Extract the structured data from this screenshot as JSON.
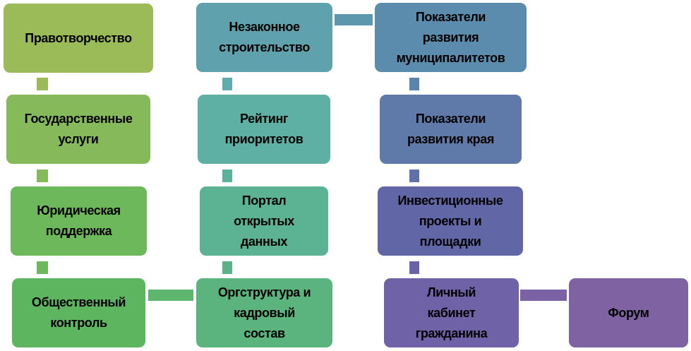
{
  "nodes": {
    "pravotvorchestvo": "Правотворчество",
    "gos_uslugi": "Государственные\nуслуги",
    "yur_podderzhka": "Юридическая\nподдержка",
    "obsch_kontrol": "Общественный\nконтроль",
    "nezakonnoe": "Незаконное\nстроительство",
    "reiting": "Рейтинг\nприоритетов",
    "portal": "Портал\nоткрытых\nданных",
    "orgstruktura": "Оргструктура и\nкадровый\nсостав",
    "pokaz_munic": "Показатели\nразвития\nмуниципалитетов",
    "pokaz_kraya": "Показатели\nразвития края",
    "invest": "Инвестиционные\nпроекты и\nплощадки",
    "lichnyi": "Личный\nкабинет\nгражданина",
    "forum": "Форум"
  },
  "colors": {
    "c1": "#9bbb59",
    "c2": "#86b95a",
    "c3": "#6db85b",
    "c4": "#5eb560",
    "c5": "#5fa2ad",
    "c6": "#5db0a3",
    "c7": "#5cb393",
    "c8": "#5bb47d",
    "c9": "#5b8cad",
    "c10": "#5f7aa9",
    "c11": "#6066a6",
    "c12": "#6f62a6",
    "c13": "#7e62a2"
  }
}
